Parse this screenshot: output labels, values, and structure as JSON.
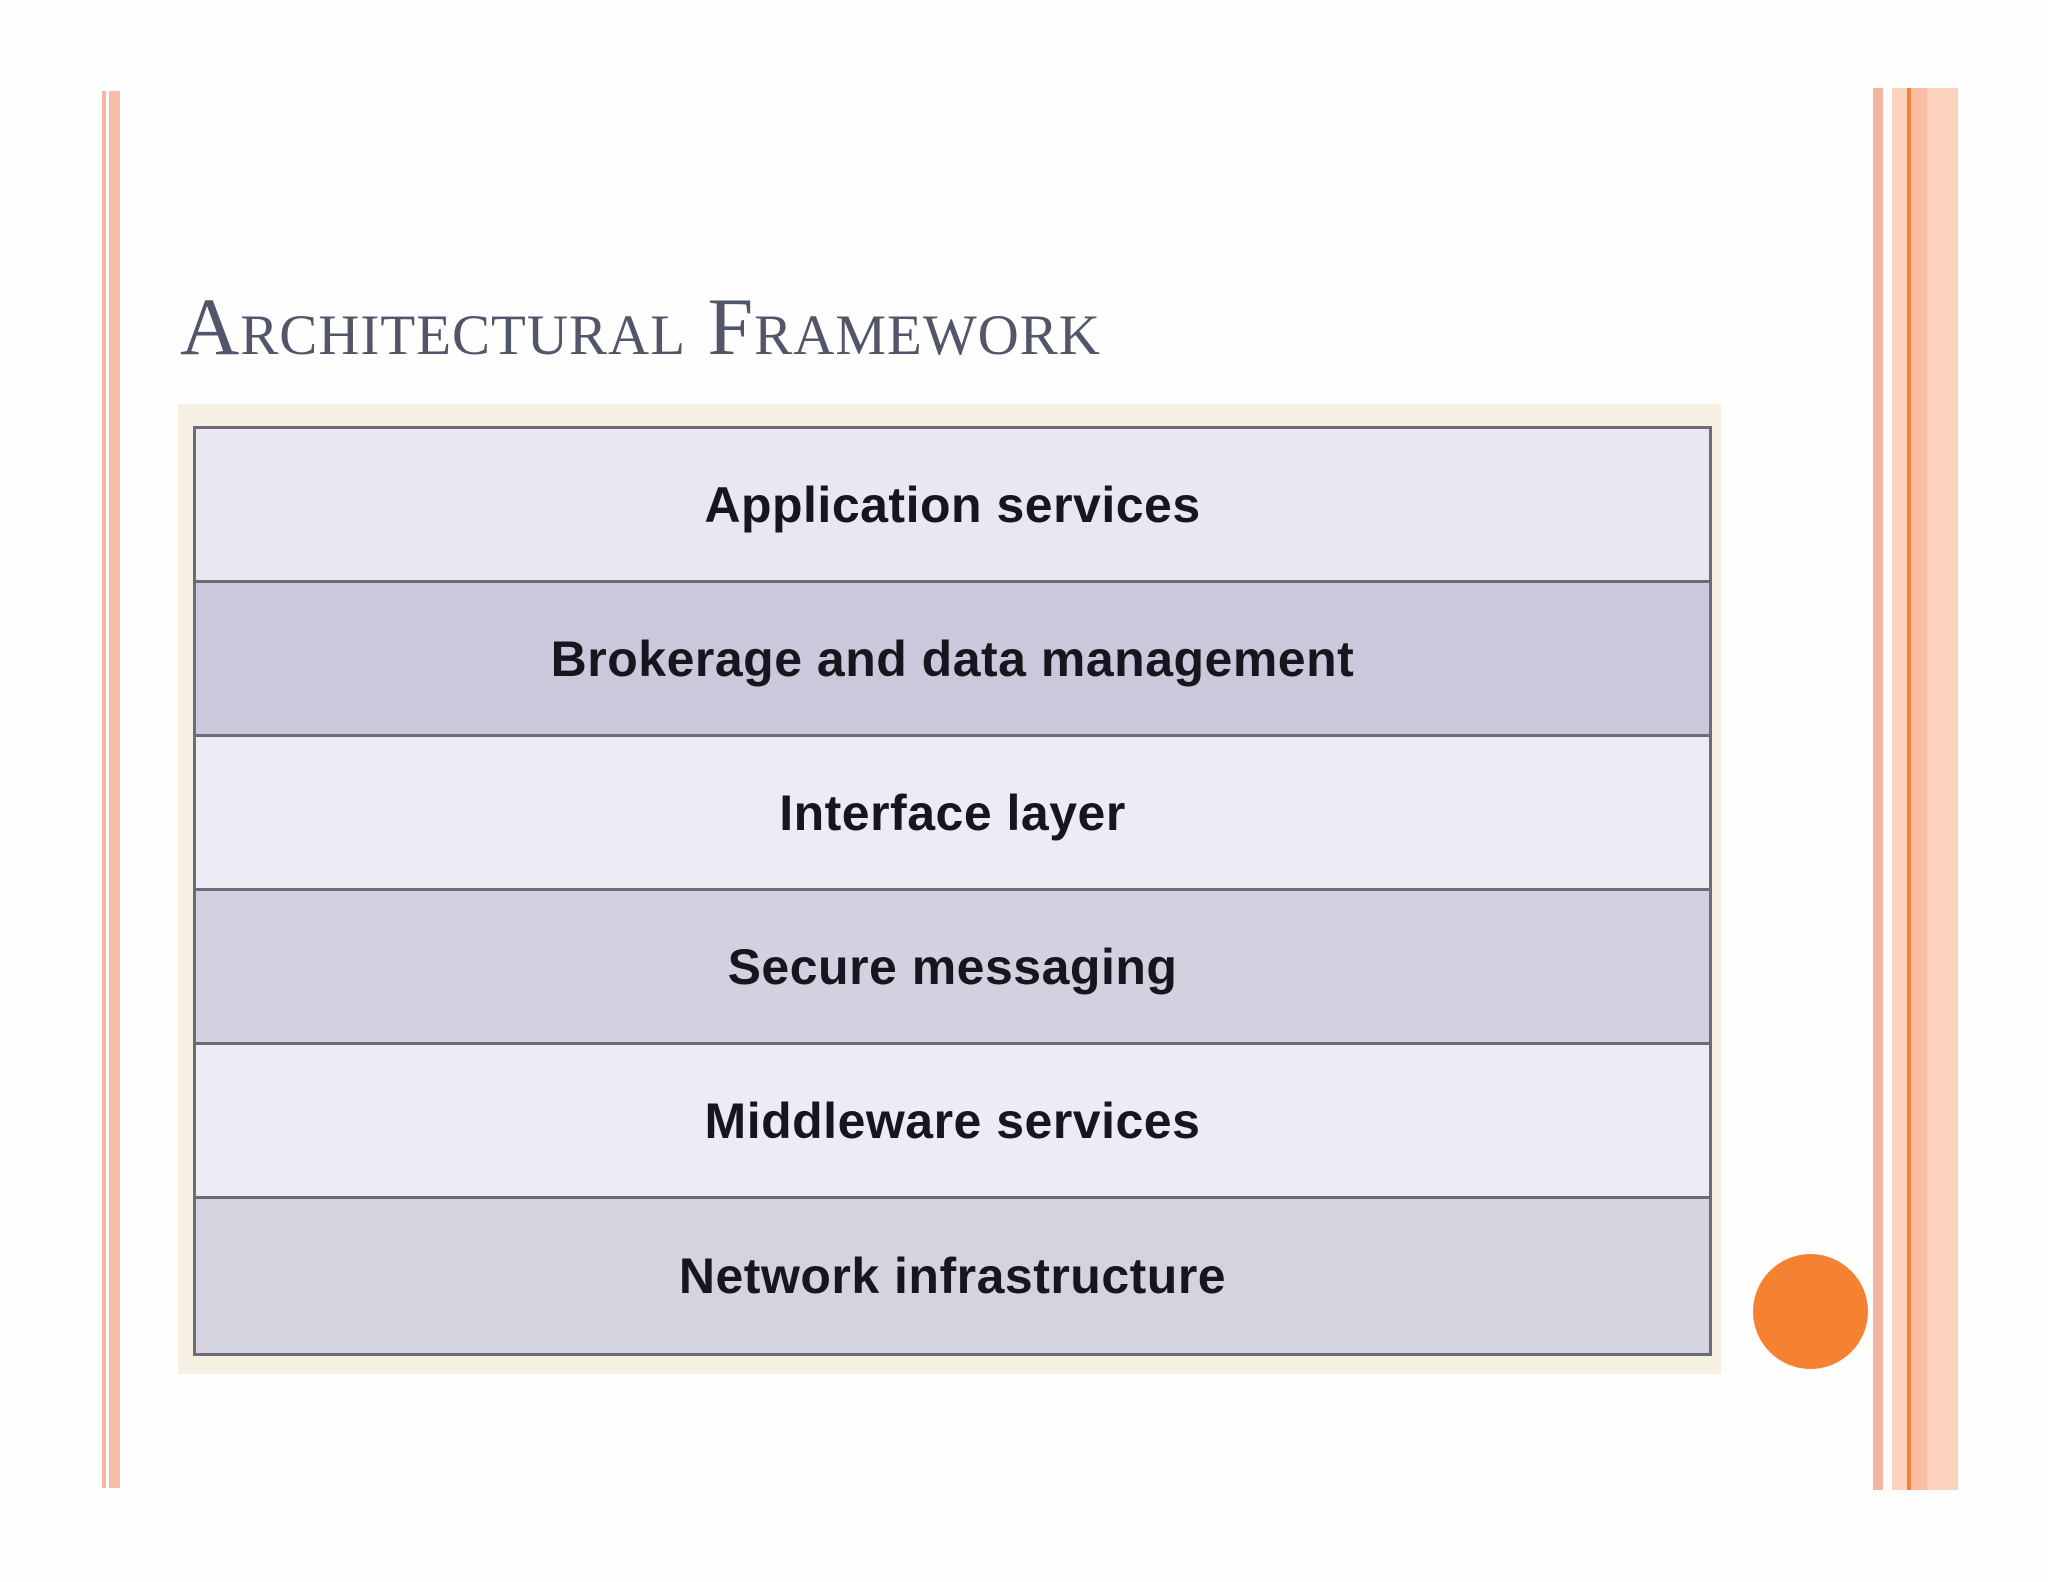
{
  "slide": {
    "title": "Architectural Framework",
    "colors": {
      "title": "#51566a",
      "text": "#16161e",
      "diagram_bg": "#f6f0e3",
      "table_border": "#6e6a78",
      "row_light": "#eae7f1",
      "row_light2": "#edebf3",
      "row_dark": "#cbc8db",
      "row_dark2": "#d3d0e0",
      "row_medium": "#d6d3e1",
      "circle": "#f58232",
      "stripe_thin": "#f5b59e",
      "stripe_salmon": "#f6bda6",
      "stripe_salmon_light": "#fbd2bc",
      "stripe_salmon_mid": "#f9bfa6",
      "stripe_accent": "#f4823a"
    },
    "diagram": {
      "layers": [
        {
          "label": "Application services",
          "fill": "row_light"
        },
        {
          "label": "Brokerage and data management",
          "fill": "row_dark"
        },
        {
          "label": "Interface layer",
          "fill": "row_light2"
        },
        {
          "label": "Secure messaging",
          "fill": "row_dark2"
        },
        {
          "label": "Middleware services",
          "fill": "row_light2"
        },
        {
          "label": "Network infrastructure",
          "fill": "row_medium"
        }
      ]
    }
  }
}
